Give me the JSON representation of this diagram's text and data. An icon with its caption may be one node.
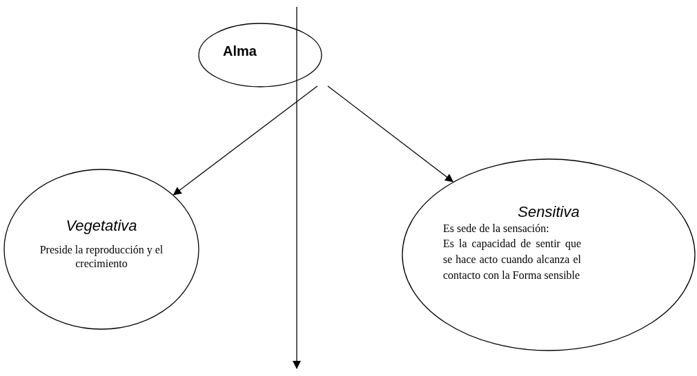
{
  "diagram": {
    "nodes": [
      {
        "text": [
          "Alma"
        ]
      },
      {
        "text": [
          "Vegetativa",
          "Preside la reproducción y el crecimiento"
        ]
      },
      {
        "text": [
          "Sensitiva",
          "Es sede de la sensación:",
          "Es la capacidad de sentir que se hace acto cuando alcanza el contacto con la Forma sensible"
        ]
      }
    ],
    "edges": [
      {
        "from": 0,
        "to": 1,
        "arrow": "to"
      },
      {
        "from": 0,
        "to": 2,
        "arrow": "to"
      },
      {
        "from": 0,
        "to": null,
        "arrow": "to"
      }
    ]
  }
}
